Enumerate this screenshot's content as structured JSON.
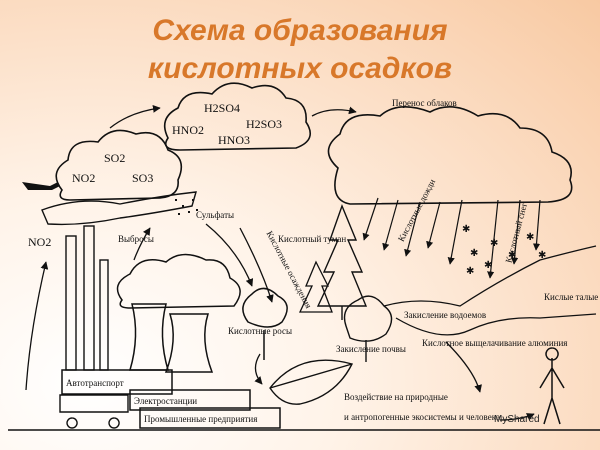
{
  "title": {
    "line1": "Схема образования",
    "line2": "кислотных осадков"
  },
  "chemicals": {
    "h2so4": "H2SO4",
    "hno2": "HNO2",
    "h2so3": "H2SO3",
    "hno3": "HNO3",
    "so2": "SO2",
    "so3": "SO3",
    "no2_cloud": "NO2",
    "no2_left": "NO2"
  },
  "labels": {
    "cloud_transfer": "Перенос облаков",
    "sulfates": "Сульфаты",
    "emissions": "Выбросы",
    "acid_fog": "Кислотный туман",
    "acid_rain": "Кислотные дожди",
    "acid_snow": "Кислотный снег",
    "acid_deposits": "Кислотные осаждения",
    "acid_dew": "Кислотные росы",
    "acid_melt_water": "Кислые талые воды",
    "water_acidification": "Закисление водоемов",
    "soil_acidification": "Закисление почвы",
    "aluminum_leaching": "Кислотное выщелачивание алюминия",
    "transport": "Автотранспорт",
    "power_plants": "Электростанции",
    "industry": "Промышленные предприятия",
    "impact_line1": "Воздействие на природные",
    "impact_line2": "и антропогенные экосистемы и человека"
  },
  "watermark": "MyShared",
  "colors": {
    "title": "#d8782a",
    "ink": "#111111"
  }
}
